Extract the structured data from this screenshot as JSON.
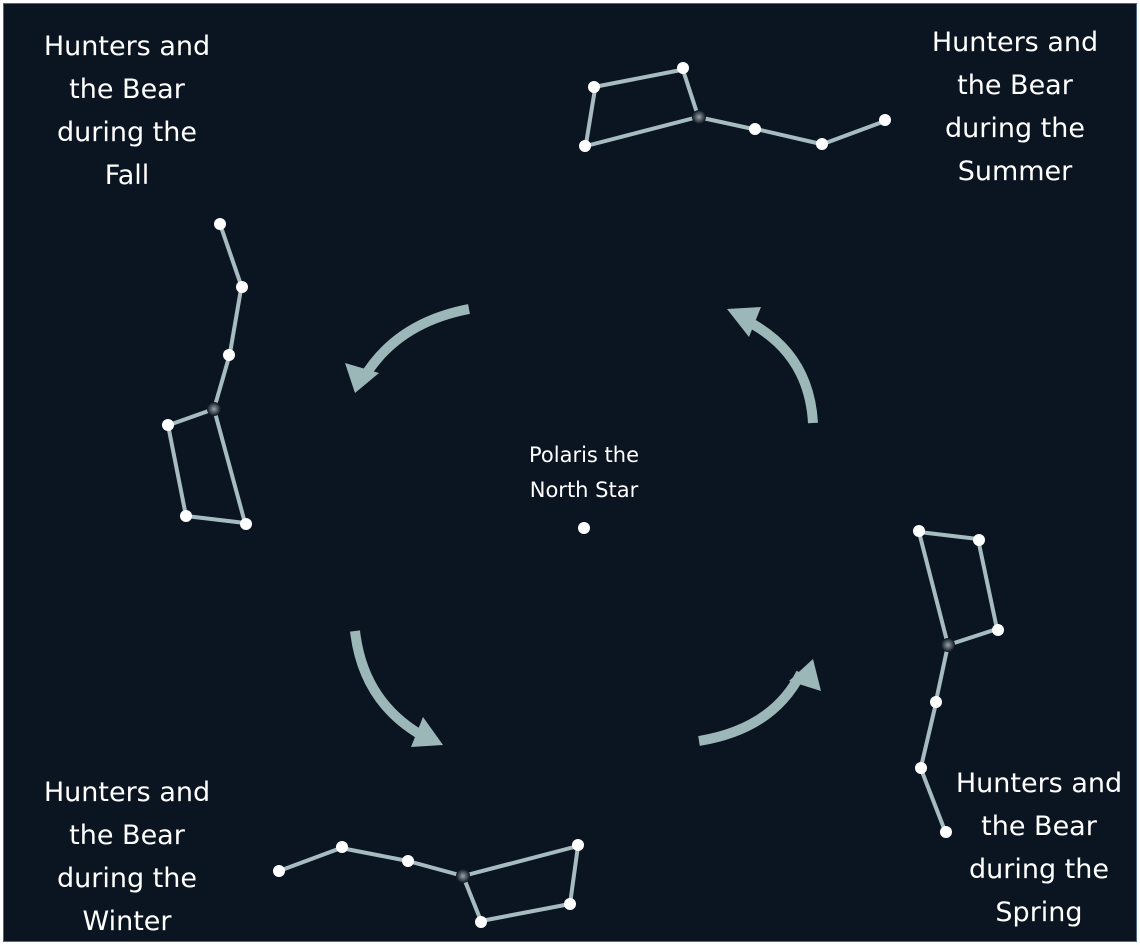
{
  "center": {
    "label": "Polaris the\nNorth Star"
  },
  "labels": {
    "fall": "Hunters and\nthe Bear\nduring the\nFall",
    "summer": "Hunters and\nthe Bear\nduring the\nSummer",
    "winter": "Hunters and\nthe Bear\nduring the\nWinter",
    "spring": "Hunters and\nthe Bear\nduring the\nSpring"
  },
  "colors": {
    "background": "#0b1521",
    "constellation_lines": "#a7bcc1",
    "arrows": "#9cb7b8",
    "stars": "#ffffff",
    "text": "#ffffff"
  }
}
